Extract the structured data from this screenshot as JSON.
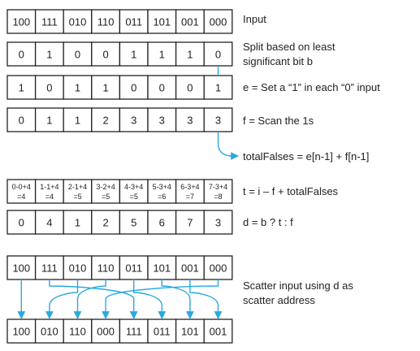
{
  "rows": [
    {
      "id": "input",
      "cells": [
        "100",
        "111",
        "010",
        "110",
        "011",
        "101",
        "001",
        "000"
      ],
      "label_lines": [
        "Input"
      ]
    },
    {
      "id": "b",
      "cells": [
        "0",
        "1",
        "0",
        "0",
        "1",
        "1",
        "1",
        "0"
      ],
      "label_lines": [
        "Split based on least",
        "significant bit b"
      ]
    },
    {
      "id": "e",
      "cells": [
        "1",
        "0",
        "1",
        "1",
        "0",
        "0",
        "0",
        "1"
      ],
      "label_lines": [
        "e = Set a “1” in each “0” input"
      ]
    },
    {
      "id": "f",
      "cells": [
        "0",
        "1",
        "1",
        "2",
        "3",
        "3",
        "3",
        "3"
      ],
      "label_lines": [
        "f = Scan the 1s"
      ]
    },
    {
      "id": "t",
      "cells": [
        [
          "0-0+4",
          "=4"
        ],
        [
          "1-1+4",
          "=4"
        ],
        [
          "2-1+4",
          "=5"
        ],
        [
          "3-2+4",
          "=5"
        ],
        [
          "4-3+4",
          "=5"
        ],
        [
          "5-3+4",
          "=6"
        ],
        [
          "6-3+4",
          "=7"
        ],
        [
          "7-3+4",
          "=8"
        ]
      ],
      "label_lines": [
        "t = i – f + totalFalses"
      ]
    },
    {
      "id": "d",
      "cells": [
        "0",
        "4",
        "1",
        "2",
        "5",
        "6",
        "7",
        "3"
      ],
      "label_lines": [
        "d = b ? t : f"
      ]
    },
    {
      "id": "scatter_src",
      "cells": [
        "100",
        "111",
        "010",
        "110",
        "011",
        "101",
        "001",
        "000"
      ],
      "label_lines": [
        "Scatter input using d as",
        "scatter address"
      ]
    },
    {
      "id": "output",
      "cells": [
        "100",
        "010",
        "110",
        "000",
        "111",
        "011",
        "101",
        "001"
      ],
      "label_lines": []
    }
  ],
  "total_falses": {
    "label": "totalFalses = e[n-1] + f[n-1]"
  },
  "scatter_destinations": [
    0,
    4,
    1,
    2,
    5,
    6,
    7,
    3
  ],
  "colors": {
    "arrow": "#29a9e1",
    "border": "#222222",
    "text": "#222222"
  }
}
